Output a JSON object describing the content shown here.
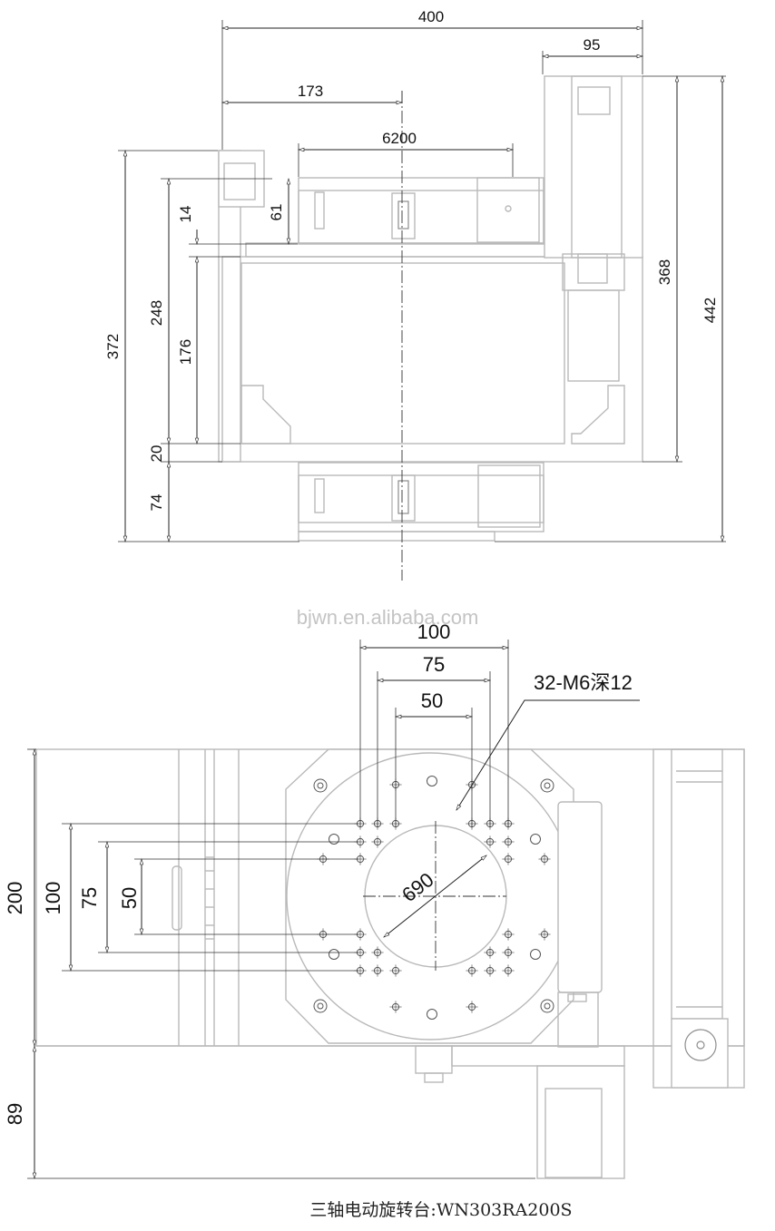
{
  "top_view": {
    "dims": {
      "d400": "400",
      "d95": "95",
      "d173": "173",
      "d6200": "6200",
      "d14": "14",
      "d61": "61",
      "d248": "248",
      "d176": "176",
      "d372": "372",
      "d368": "368",
      "d442": "442",
      "d20": "20",
      "d74": "74"
    }
  },
  "watermark": "bjwn.en.alibaba.com",
  "bottom_view": {
    "dims": {
      "d100": "100",
      "d75": "75",
      "d50": "50",
      "thread": "32-M6深12",
      "diameter": "690",
      "v100": "100",
      "v75": "75",
      "v50": "50",
      "v200": "200",
      "v89": "89"
    }
  },
  "caption": "三轴电动旋转台:WN303RA200S"
}
